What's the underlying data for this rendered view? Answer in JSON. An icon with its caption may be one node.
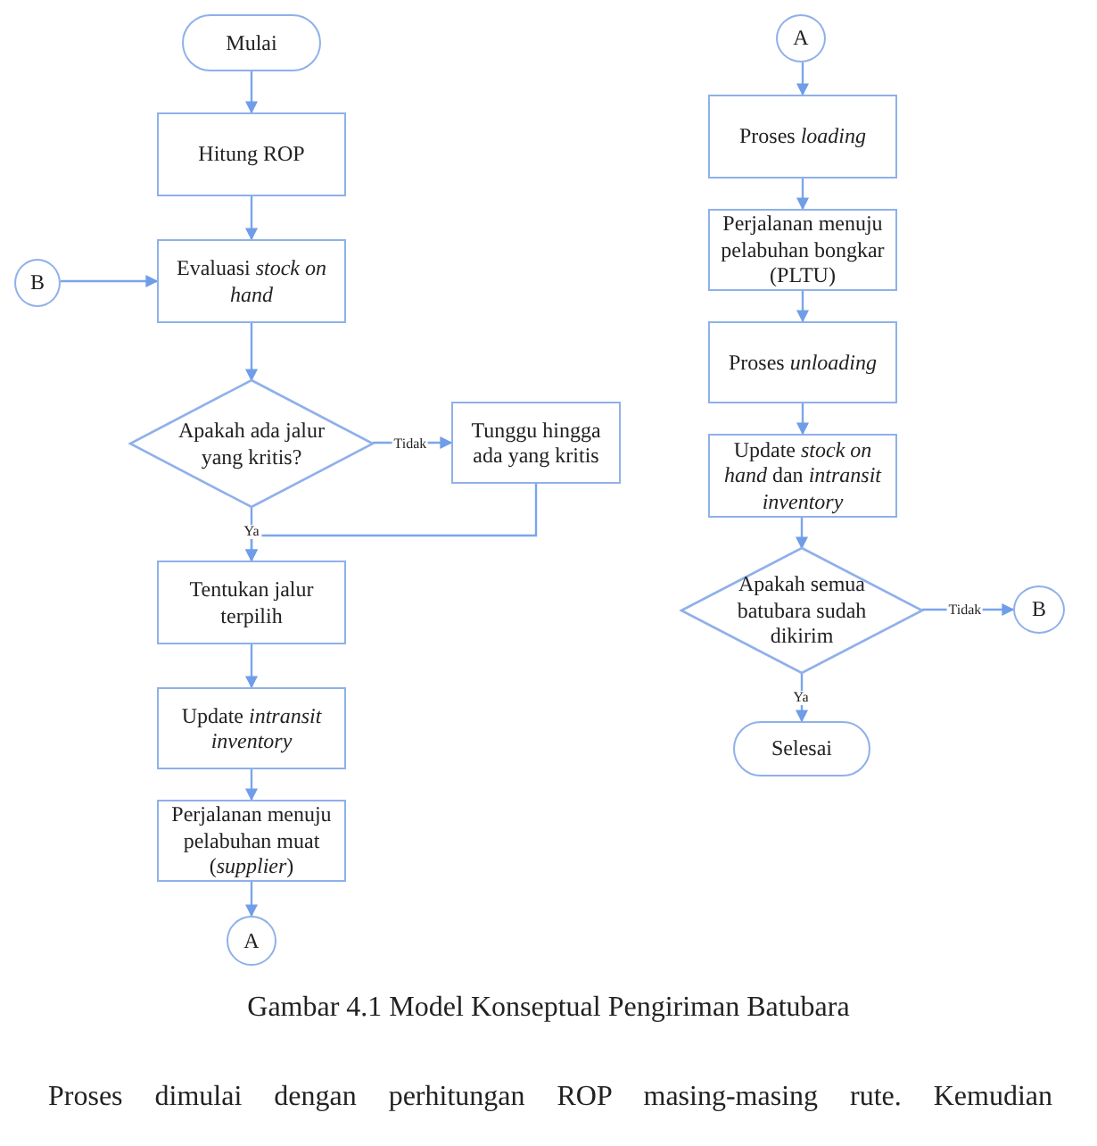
{
  "diagram": {
    "caption": "Gambar 4.1 Model Konseptual Pengiriman Batubara",
    "nodes": [
      {
        "text": [
          "Mulai"
        ]
      },
      {
        "text": [
          "Hitung ROP"
        ]
      },
      {
        "text": [
          "B"
        ]
      },
      {
        "text": [
          "Evaluasi *stock on hand*"
        ]
      },
      {
        "text": [
          "Apakah ada jalur yang kritis?"
        ]
      },
      {
        "text": [
          "Tunggu hingga ada yang kritis"
        ]
      },
      {
        "text": [
          "Tentukan jalur terpilih"
        ]
      },
      {
        "text": [
          "Update *intransit inventory*"
        ]
      },
      {
        "text": [
          "Perjalanan menuju pelabuhan muat (*supplier*)"
        ]
      },
      {
        "text": [
          "A"
        ]
      },
      {
        "text": [
          "A"
        ]
      },
      {
        "text": [
          "Proses *loading*"
        ]
      },
      {
        "text": [
          "Perjalanan menuju pelabuhan bongkar (PLTU)"
        ]
      },
      {
        "text": [
          "Proses *unloading*"
        ]
      },
      {
        "text": [
          "Update *stock on hand* dan *intransit inventory*"
        ]
      },
      {
        "text": [
          "Apakah semua batubara sudah dikirim"
        ]
      },
      {
        "text": [
          "B"
        ]
      },
      {
        "text": [
          "Selesai"
        ]
      }
    ],
    "edges": [
      {
        "from": 0,
        "to": 1,
        "arrow": "to"
      },
      {
        "from": 1,
        "to": 3,
        "arrow": "to"
      },
      {
        "from": 2,
        "to": 3,
        "arrow": "to"
      },
      {
        "from": 3,
        "to": 4,
        "arrow": "to"
      },
      {
        "from": 4,
        "to": 5,
        "arrow": "to",
        "label": "Tidak"
      },
      {
        "from": 4,
        "to": 6,
        "arrow": "to",
        "label": "Ya"
      },
      {
        "from": 5,
        "to": 6,
        "arrow": "to"
      },
      {
        "from": 6,
        "to": 7,
        "arrow": "to"
      },
      {
        "from": 7,
        "to": 8,
        "arrow": "to"
      },
      {
        "from": 8,
        "to": 9,
        "arrow": "to"
      },
      {
        "from": 10,
        "to": 11,
        "arrow": "to"
      },
      {
        "from": 11,
        "to": 12,
        "arrow": "to"
      },
      {
        "from": 12,
        "to": 13,
        "arrow": "to"
      },
      {
        "from": 13,
        "to": 14,
        "arrow": "to"
      },
      {
        "from": 14,
        "to": 15,
        "arrow": "to"
      },
      {
        "from": 15,
        "to": 16,
        "arrow": "to",
        "label": "Tidak"
      },
      {
        "from": 15,
        "to": 17,
        "arrow": "to",
        "label": "Ya"
      }
    ],
    "labels": [
      "Proses dimulai dengan perhitungan ROP masing-masing rute. Kemudian"
    ]
  }
}
